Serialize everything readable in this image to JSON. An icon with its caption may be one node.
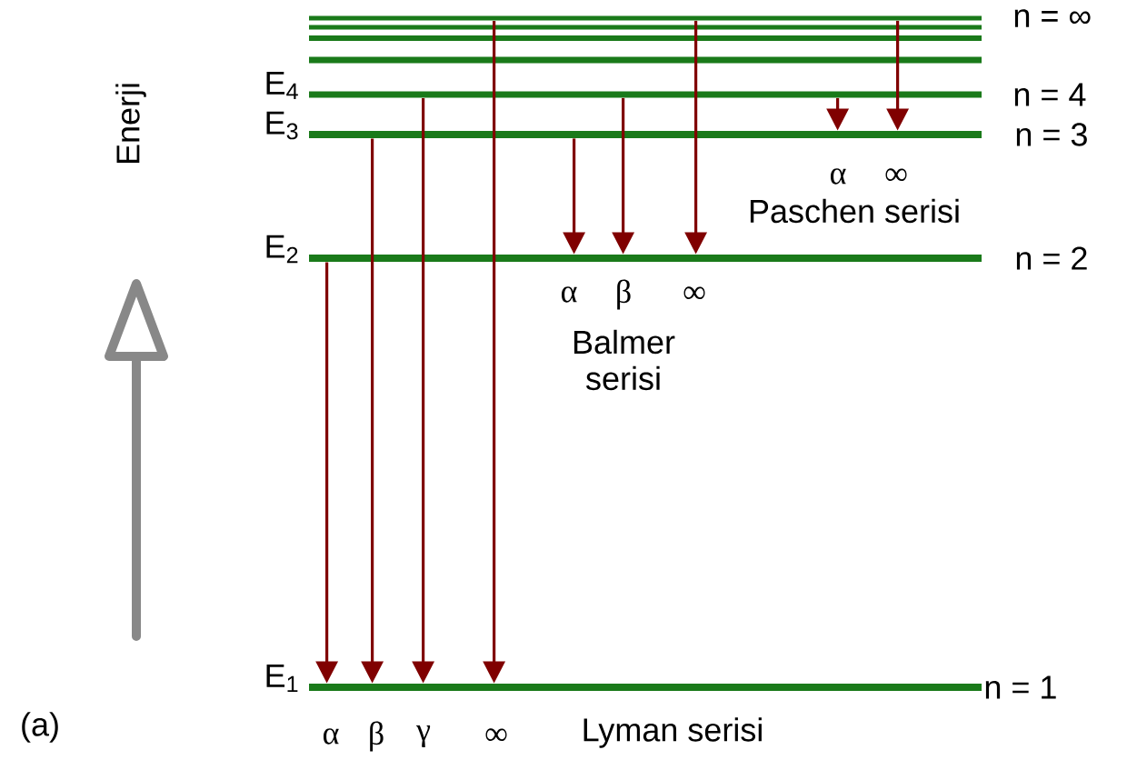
{
  "diagram": {
    "nodes": [
      {
        "text": [],
        "shape": "bar",
        "beside": [
          "n = ∞"
        ]
      },
      {
        "text": [],
        "shape": "bar"
      },
      {
        "text": [],
        "shape": "bar"
      },
      {
        "text": [],
        "shape": "bar"
      },
      {
        "text": [],
        "shape": "bar",
        "beside": [
          "E$_{4}$",
          "n = 4"
        ]
      },
      {
        "text": [],
        "shape": "bar",
        "beside": [
          "E$_{3}$",
          "n = 3"
        ]
      },
      {
        "text": [],
        "shape": "bar",
        "beside": [
          "E$_{2}$",
          "n = 2"
        ]
      },
      {
        "text": [],
        "shape": "bar",
        "beside": [
          "E$_{1}$",
          "n = 1"
        ]
      }
    ],
    "edges": [
      {
        "from": 6,
        "to": 7,
        "arrow": "to"
      },
      {
        "from": 5,
        "to": 7,
        "arrow": "to"
      },
      {
        "from": 4,
        "to": 7,
        "arrow": "to"
      },
      {
        "from": 0,
        "to": 7,
        "arrow": "to"
      },
      {
        "from": 5,
        "to": 6,
        "arrow": "to"
      },
      {
        "from": 4,
        "to": 6,
        "arrow": "to"
      },
      {
        "from": 0,
        "to": 6,
        "arrow": "to"
      },
      {
        "from": 4,
        "to": 5,
        "arrow": "to"
      },
      {
        "from": 0,
        "to": 5,
        "arrow": "to"
      }
    ],
    "labels": [
      "(a)",
      "Enerji",
      "α",
      "∞",
      "Paschen serisi",
      "α",
      "β",
      "∞",
      "Balmer serisi",
      "α",
      "β",
      "γ",
      "∞",
      "Lyman serisi"
    ]
  }
}
